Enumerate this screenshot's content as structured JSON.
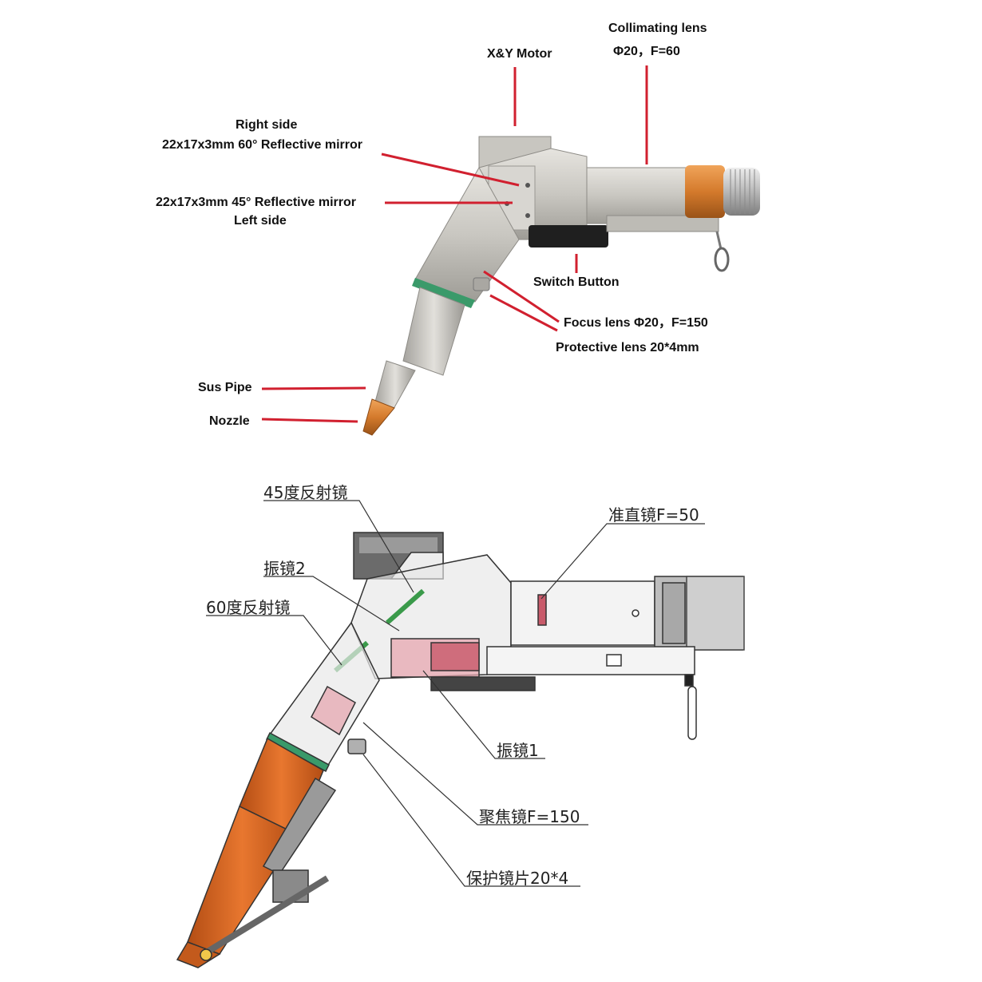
{
  "colors": {
    "leader_red": "#d1202f",
    "leader_gray": "#333333",
    "metal_light": "#d4d2cd",
    "metal_mid": "#b9b7b1",
    "metal_dark": "#8d8b86",
    "copper": "#d47a2c",
    "orange_cad": "#d9631f",
    "green_glass": "#3a9a6a",
    "black": "#1a1a1a",
    "pink_cad": "#c85a6a"
  },
  "top_diagram": {
    "labels": {
      "collimating_line1": "Collimating lens",
      "collimating_line2": "Φ20，F=60",
      "xy_motor": "X&Y Motor",
      "right_side_line1": "Right side",
      "right_side_line2": "22x17x3mm 60° Reflective mirror",
      "left_side_line1": "22x17x3mm 45°  Reflective mirror",
      "left_side_line2": "Left side",
      "switch_button": "Switch Button",
      "focus_lens": "Focus lens Φ20，F=150",
      "protective_lens": "Protective lens  20*4mm",
      "sus_pipe": "Sus Pipe",
      "nozzle": "Nozzle"
    }
  },
  "bottom_diagram": {
    "labels": {
      "mirror_45": "45度反射镜",
      "collimator": "准直镜F=50",
      "galvo_2": "振镜2",
      "mirror_60": "60度反射镜",
      "galvo_1": "振镜1",
      "focus_lens": "聚焦镜F=150",
      "protective_lens": "保护镜片20*4"
    }
  }
}
